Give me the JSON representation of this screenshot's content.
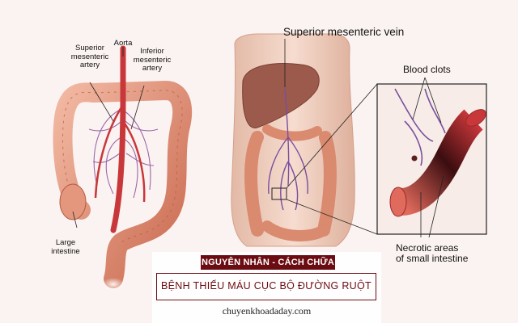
{
  "colors": {
    "background": "#fbf3f1",
    "banner_accent": "#6b0c12",
    "intestine": "#d98a6f",
    "artery": "#c8373a",
    "vein": "#7a4f9e",
    "liver": "#9b5a4c",
    "necrotic": "#3b0d10"
  },
  "left_diagram": {
    "aorta": "Aorta",
    "superior_artery": "Superior\nmesenteric\nartery",
    "inferior_artery": "Inferior\nmesenteric\nartery",
    "large_intestine": "Large\nintestine"
  },
  "right_diagram": {
    "superior_vein": "Superior mesenteric vein",
    "blood_clots": "Blood clots",
    "necrotic_areas": "Necrotic areas\nof small intestine"
  },
  "banner": {
    "tag": "NGUYÊN NHÂN - CÁCH CHỮA",
    "title": "BỆNH THIẾU MÁU CỤC BỘ ĐƯỜNG RUỘT",
    "site": "chuyenkhoadaday.com"
  }
}
